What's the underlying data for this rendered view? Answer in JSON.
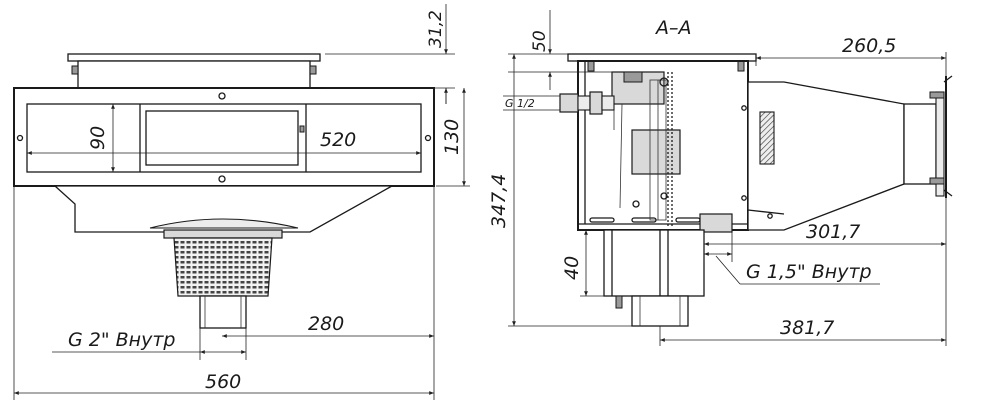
{
  "front_view": {
    "dims": {
      "top_height": "31,2",
      "opening_height": "90",
      "frame_height": "130",
      "opening_width": "520",
      "outlet_offset": "280",
      "total_width": "560"
    },
    "outlet_label": "G 2\" Внутр"
  },
  "section_view": {
    "title": "А–А",
    "dims": {
      "top_height": "50",
      "total_height": "347,4",
      "outlet_height": "40",
      "flange_length": "260,5",
      "body_length": "301,7",
      "overall_length": "381,7"
    },
    "inlet_label": "G 1/2",
    "drain_label": "G 1,5\" Внутр"
  }
}
